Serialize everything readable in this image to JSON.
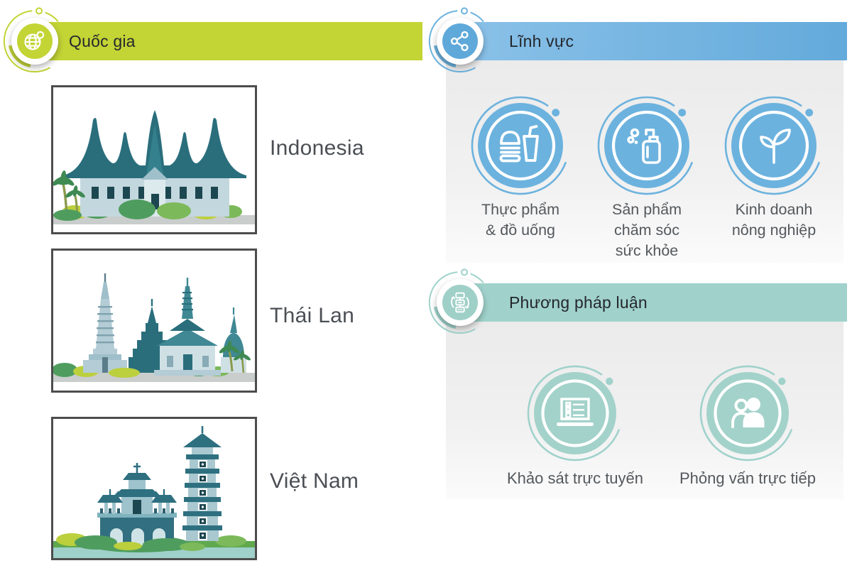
{
  "countries": {
    "title": "Quốc gia",
    "accent": "#c3d435",
    "items": [
      {
        "name": "Indonesia",
        "illustration": "minangkabau-house"
      },
      {
        "name": "Thái Lan",
        "illustration": "thai-temples"
      },
      {
        "name": "Việt Nam",
        "illustration": "vietnam-pagoda"
      }
    ]
  },
  "sectors": {
    "title": "Lĩnh vực",
    "accent": "#6cb2de",
    "items": [
      {
        "icon": "food-drink-icon",
        "lines": [
          "Thực phẩm",
          "& đồ uống"
        ]
      },
      {
        "icon": "sanitizer-icon",
        "lines": [
          "Sản phẩm",
          "chăm sóc",
          "sức khỏe"
        ]
      },
      {
        "icon": "sprout-icon",
        "lines": [
          "Kinh doanh",
          "nông nghiệp"
        ]
      }
    ]
  },
  "methodology": {
    "title": "Phương pháp luận",
    "accent": "#a0d2cb",
    "items": [
      {
        "icon": "laptop-survey-icon",
        "lines": [
          "Khảo sát trực tuyến"
        ]
      },
      {
        "icon": "people-interview-icon",
        "lines": [
          "Phỏng vấn trực tiếp"
        ]
      }
    ]
  },
  "colors": {
    "green": "#c3d435",
    "blue": "#6cb2de",
    "blue_bar_gradient": [
      "#8ac1e8",
      "#63aadb"
    ],
    "teal": "#a0d2cb",
    "panel_gray": "#efefef",
    "header_text": "#24272c",
    "label_text": "#54585c",
    "country_text": "#4b4f54"
  }
}
